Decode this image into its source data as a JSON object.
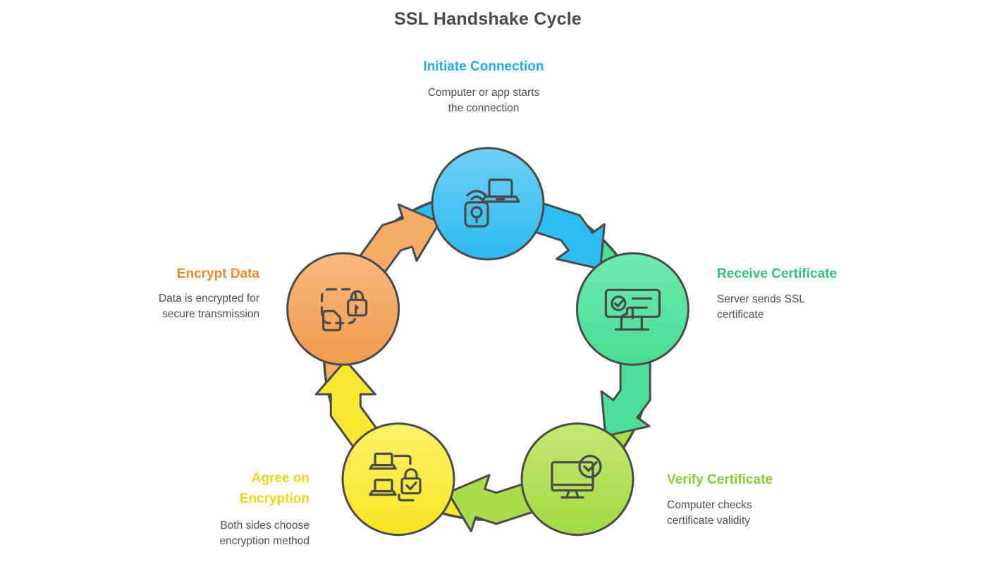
{
  "title": "SSL Handshake Cycle",
  "title_color": "#4a4a4a",
  "desc_color": "#4f4f4f",
  "outline_color": "#4a4a4a",
  "steps": [
    {
      "name": "initiate-connection",
      "label": "Initiate Connection",
      "description": "Computer or app starts\nthe connection",
      "title_color": "#29abe2",
      "circle_top": "#6ed0f7",
      "circle_bottom": "#2bb9f0",
      "arrow_color": "#2ebdf2",
      "icon": "laptop-wifi-device"
    },
    {
      "name": "receive-certificate",
      "label": "Receive Certificate",
      "description": "Server sends SSL\ncertificate",
      "title_color": "#33bf78",
      "circle_top": "#6feaad",
      "circle_bottom": "#47dd92",
      "arrow_color": "#4ade97",
      "icon": "certificate-hand"
    },
    {
      "name": "verify-certificate",
      "label": "Verify Certificate",
      "description": "Computer checks\ncertificate validity",
      "title_color": "#8cc63f",
      "circle_top": "#c3e971",
      "circle_bottom": "#a3d944",
      "arrow_color": "#a9dc4a",
      "icon": "monitor-check"
    },
    {
      "name": "agree-on-encryption",
      "label": "Agree on\nEncryption",
      "description": "Both sides choose\nencryption method",
      "title_color": "#eed51f",
      "circle_top": "#fbf169",
      "circle_bottom": "#f8e420",
      "arrow_color": "#f9e62e",
      "icon": "laptops-lock"
    },
    {
      "name": "encrypt-data",
      "label": "Encrypt Data",
      "description": "Data is encrypted for\nsecure transmission",
      "title_color": "#e8892f",
      "circle_top": "#f9b97e",
      "circle_bottom": "#ef9b4d",
      "arrow_color": "#f6ac68",
      "icon": "lock-file"
    }
  ]
}
